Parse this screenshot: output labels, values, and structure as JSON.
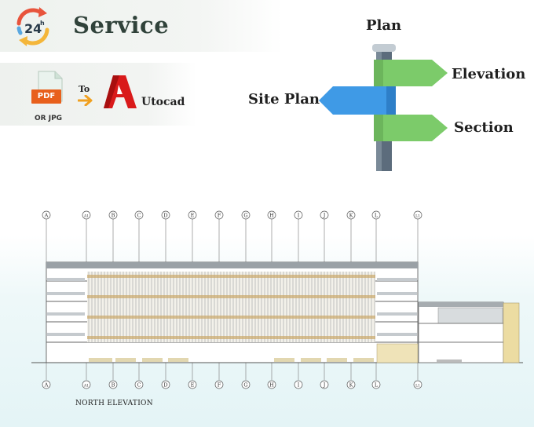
{
  "header": {
    "badge_text": "24",
    "badge_sup": "h",
    "title": "Service"
  },
  "conversion": {
    "source_label": "PDF",
    "source_alt": "OR JPG",
    "to_label": "To",
    "target_label": "Utocad",
    "colors": {
      "pdf": "#e8601c",
      "autocad": "#d91a1a",
      "arrow": "#f0a020"
    }
  },
  "signpost": {
    "top_label": "Plan",
    "right_top": "Elevation",
    "left": "Site Plan",
    "right_bottom": "Section",
    "colors": {
      "green": "#7ccb6a",
      "blue": "#3f9ae6",
      "pole": "#5c6c7c"
    }
  },
  "drawing": {
    "caption": "NORTH ELEVATION",
    "grid_labels": [
      "A",
      "A1",
      "B",
      "C",
      "D",
      "E",
      "F",
      "G",
      "H",
      "I",
      "J",
      "K",
      "L",
      "L1"
    ]
  }
}
